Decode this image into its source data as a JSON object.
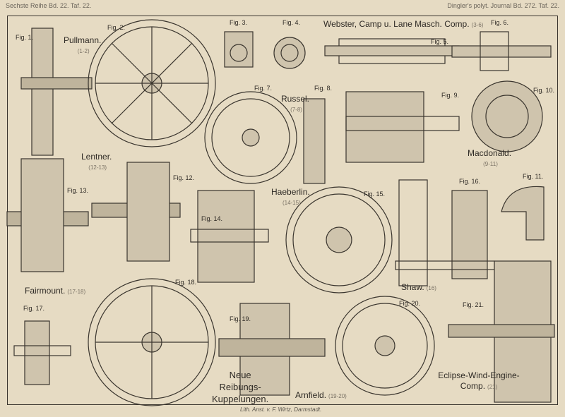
{
  "header": {
    "left": "Sechste Reihe Bd. 22. Taf. 22.",
    "right": "Dingler's polyt. Journal Bd. 272. Taf. 22."
  },
  "figures": [
    "Fig. 1.",
    "Fig. 2.",
    "Fig. 3.",
    "Fig. 4.",
    "Fig. 5.",
    "Fig. 6.",
    "Fig. 7.",
    "Fig. 8.",
    "Fig. 9.",
    "Fig. 10.",
    "Fig. 11.",
    "Fig. 12.",
    "Fig. 13.",
    "Fig. 14.",
    "Fig. 15.",
    "Fig. 16.",
    "Fig. 17.",
    "Fig. 18.",
    "Fig. 19.",
    "Fig. 20.",
    "Fig. 21."
  ],
  "makers": [
    {
      "name": "Pullmann.",
      "range": "(1-2)"
    },
    {
      "name": "Webster, Camp u. Lane Masch. Comp.",
      "range": "(3-6)"
    },
    {
      "name": "Russel.",
      "range": "(7-8)"
    },
    {
      "name": "Macdonald.",
      "range": "(9-11)"
    },
    {
      "name": "Lentner.",
      "range": "(12-13)"
    },
    {
      "name": "Haeberlin.",
      "range": "(14-15)"
    },
    {
      "name": "Shaw.",
      "range": "(16)"
    },
    {
      "name": "Fairmount.",
      "range": "(17-18)"
    },
    {
      "name": "Arnfield.",
      "range": "(19-20)"
    },
    {
      "name": "Eclipse-Wind-Engine-Comp.",
      "range": "(21)"
    }
  ],
  "plate_title": [
    "Neue",
    "Reibungs-",
    "Kuppelungen."
  ],
  "credit": "Lith. Anst. v. F. Wirtz, Darmstadt."
}
